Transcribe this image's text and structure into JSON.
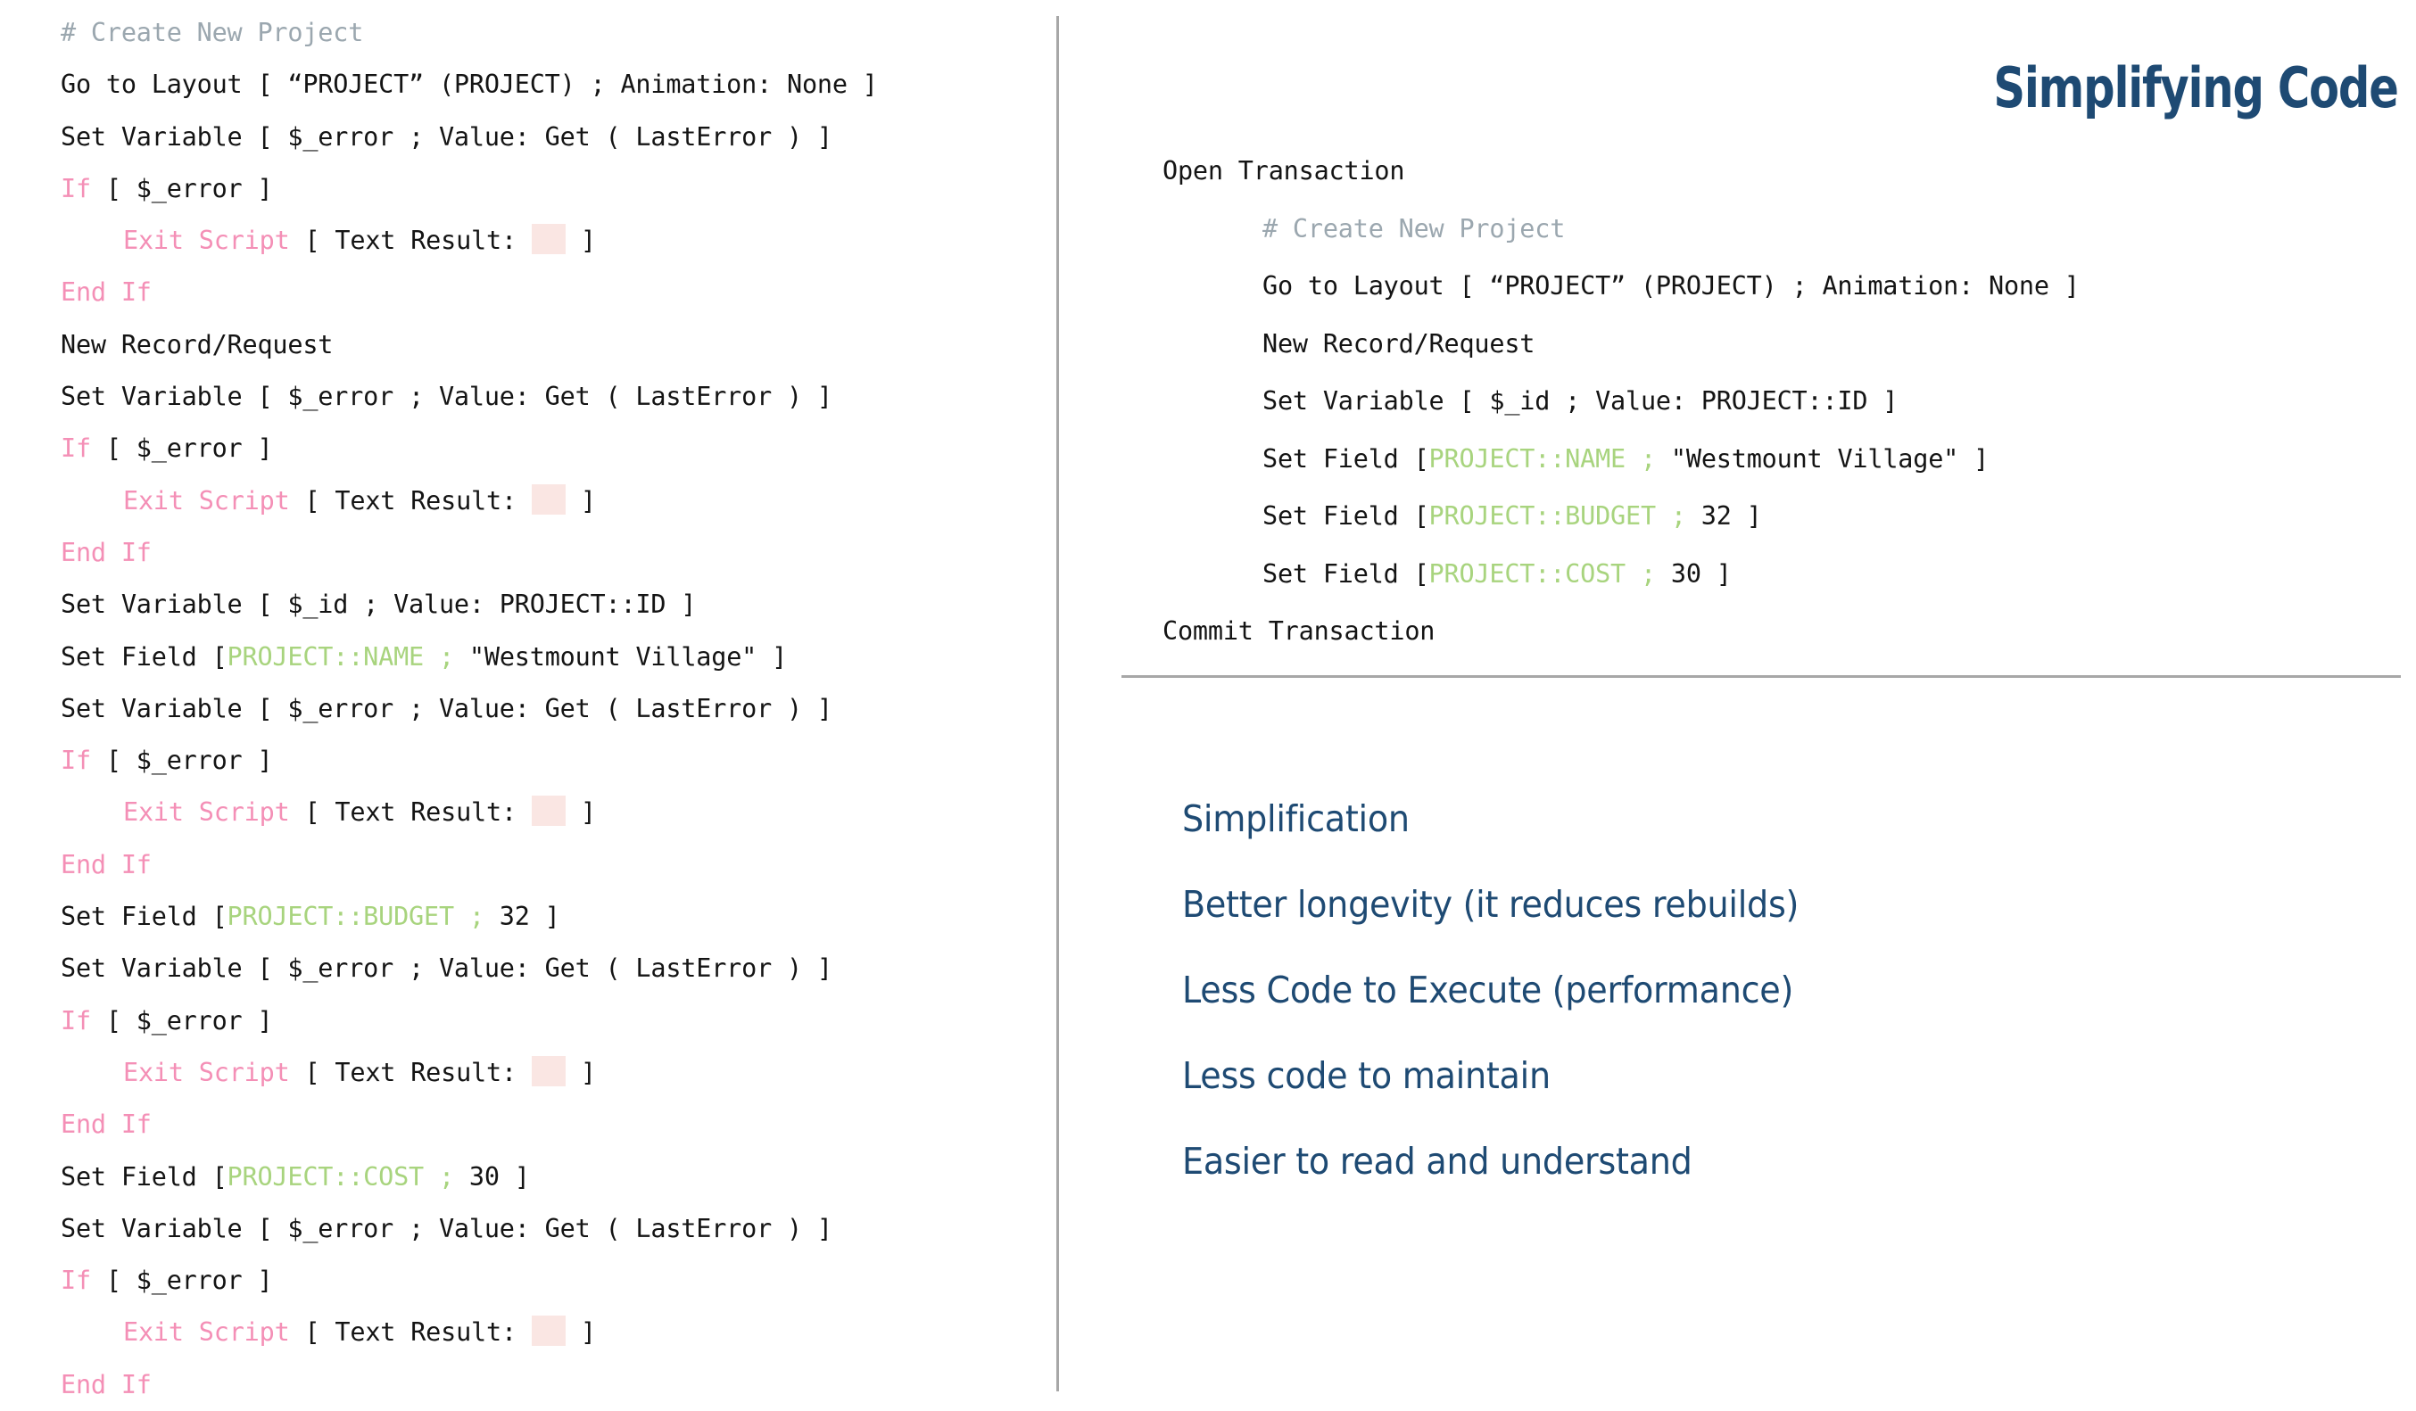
{
  "theme": {
    "background": "#ffffff",
    "text": "#141414",
    "comment": "#9ba7af",
    "keyword_pink": "#f48fb6",
    "field_green": "#a8d47e",
    "accent_navy": "#1e4a73",
    "divider_gray": "#a7a7a7",
    "blank_token_pink": "#fae6e3"
  },
  "left_panel": {
    "name": "verbose-script",
    "lines": [
      {
        "indent": 0,
        "tokens": [
          {
            "style": "comment",
            "text": "# Create New Project"
          }
        ]
      },
      {
        "indent": 0,
        "tokens": [
          {
            "style": "plain",
            "text": "Go to Layout [ “PROJECT” (PROJECT) ; Animation: None ]"
          }
        ]
      },
      {
        "indent": 0,
        "tokens": [
          {
            "style": "plain",
            "text": "Set Variable [ $_error ; Value: Get ( LastError ) ]"
          }
        ]
      },
      {
        "indent": 0,
        "tokens": [
          {
            "style": "keyword",
            "text": "If"
          },
          {
            "style": "plain",
            "text": " [ $_error ]"
          }
        ]
      },
      {
        "indent": 1,
        "tokens": [
          {
            "style": "keyword",
            "text": "Exit Script"
          },
          {
            "style": "plain",
            "text": " [ Text Result: "
          },
          {
            "style": "blank",
            "text": ""
          },
          {
            "style": "plain",
            "text": " ]"
          }
        ]
      },
      {
        "indent": 0,
        "tokens": [
          {
            "style": "keyword",
            "text": "End If"
          }
        ]
      },
      {
        "indent": 0,
        "tokens": [
          {
            "style": "plain",
            "text": "New Record/Request"
          }
        ]
      },
      {
        "indent": 0,
        "tokens": [
          {
            "style": "plain",
            "text": "Set Variable [ $_error ; Value: Get ( LastError ) ]"
          }
        ]
      },
      {
        "indent": 0,
        "tokens": [
          {
            "style": "keyword",
            "text": "If"
          },
          {
            "style": "plain",
            "text": " [ $_error ]"
          }
        ]
      },
      {
        "indent": 1,
        "tokens": [
          {
            "style": "keyword",
            "text": "Exit Script"
          },
          {
            "style": "plain",
            "text": " [ Text Result: "
          },
          {
            "style": "blank",
            "text": ""
          },
          {
            "style": "plain",
            "text": " ]"
          }
        ]
      },
      {
        "indent": 0,
        "tokens": [
          {
            "style": "keyword",
            "text": "End If"
          }
        ]
      },
      {
        "indent": 0,
        "tokens": [
          {
            "style": "plain",
            "text": "Set Variable [ $_id ; Value: PROJECT::ID ]"
          }
        ]
      },
      {
        "indent": 0,
        "tokens": [
          {
            "style": "plain",
            "text": "Set Field ["
          },
          {
            "style": "field",
            "text": "PROJECT::NAME ;"
          },
          {
            "style": "plain",
            "text": " \"Westmount Village\" ]"
          }
        ]
      },
      {
        "indent": 0,
        "tokens": [
          {
            "style": "plain",
            "text": "Set Variable [ $_error ; Value: Get ( LastError ) ]"
          }
        ]
      },
      {
        "indent": 0,
        "tokens": [
          {
            "style": "keyword",
            "text": "If"
          },
          {
            "style": "plain",
            "text": " [ $_error ]"
          }
        ]
      },
      {
        "indent": 1,
        "tokens": [
          {
            "style": "keyword",
            "text": "Exit Script"
          },
          {
            "style": "plain",
            "text": " [ Text Result: "
          },
          {
            "style": "blank",
            "text": ""
          },
          {
            "style": "plain",
            "text": " ]"
          }
        ]
      },
      {
        "indent": 0,
        "tokens": [
          {
            "style": "keyword",
            "text": "End If"
          }
        ]
      },
      {
        "indent": 0,
        "tokens": [
          {
            "style": "plain",
            "text": "Set Field ["
          },
          {
            "style": "field",
            "text": "PROJECT::BUDGET ;"
          },
          {
            "style": "plain",
            "text": " 32 ]"
          }
        ]
      },
      {
        "indent": 0,
        "tokens": [
          {
            "style": "plain",
            "text": "Set Variable [ $_error ; Value: Get ( LastError ) ]"
          }
        ]
      },
      {
        "indent": 0,
        "tokens": [
          {
            "style": "keyword",
            "text": "If"
          },
          {
            "style": "plain",
            "text": " [ $_error ]"
          }
        ]
      },
      {
        "indent": 1,
        "tokens": [
          {
            "style": "keyword",
            "text": "Exit Script"
          },
          {
            "style": "plain",
            "text": " [ Text Result: "
          },
          {
            "style": "blank",
            "text": ""
          },
          {
            "style": "plain",
            "text": " ]"
          }
        ]
      },
      {
        "indent": 0,
        "tokens": [
          {
            "style": "keyword",
            "text": "End If"
          }
        ]
      },
      {
        "indent": 0,
        "tokens": [
          {
            "style": "plain",
            "text": "Set Field ["
          },
          {
            "style": "field",
            "text": "PROJECT::COST ;"
          },
          {
            "style": "plain",
            "text": " 30 ]"
          }
        ]
      },
      {
        "indent": 0,
        "tokens": [
          {
            "style": "plain",
            "text": "Set Variable [ $_error ; Value: Get ( LastError ) ]"
          }
        ]
      },
      {
        "indent": 0,
        "tokens": [
          {
            "style": "keyword",
            "text": "If"
          },
          {
            "style": "plain",
            "text": " [ $_error ]"
          }
        ]
      },
      {
        "indent": 1,
        "tokens": [
          {
            "style": "keyword",
            "text": "Exit Script"
          },
          {
            "style": "plain",
            "text": " [ Text Result: "
          },
          {
            "style": "blank",
            "text": ""
          },
          {
            "style": "plain",
            "text": " ]"
          }
        ]
      },
      {
        "indent": 0,
        "tokens": [
          {
            "style": "keyword",
            "text": "End If"
          }
        ]
      }
    ]
  },
  "right_panel": {
    "title": "Simplifying Code",
    "code": {
      "name": "simplified-script",
      "lines": [
        {
          "indent": 0,
          "tokens": [
            {
              "style": "plain",
              "text": "Open Transaction"
            }
          ]
        },
        {
          "indent": 1,
          "tokens": [
            {
              "style": "comment",
              "text": "# Create New Project"
            }
          ]
        },
        {
          "indent": 1,
          "tokens": [
            {
              "style": "plain",
              "text": "Go to Layout [ “PROJECT” (PROJECT) ; Animation: None ]"
            }
          ]
        },
        {
          "indent": 1,
          "tokens": [
            {
              "style": "plain",
              "text": "New Record/Request"
            }
          ]
        },
        {
          "indent": 1,
          "tokens": [
            {
              "style": "plain",
              "text": "Set Variable [ $_id ; Value: PROJECT::ID ]"
            }
          ]
        },
        {
          "indent": 1,
          "tokens": [
            {
              "style": "plain",
              "text": "Set Field ["
            },
            {
              "style": "field",
              "text": "PROJECT::NAME ;"
            },
            {
              "style": "plain",
              "text": " \"Westmount Village\" ]"
            }
          ]
        },
        {
          "indent": 1,
          "tokens": [
            {
              "style": "plain",
              "text": "Set Field ["
            },
            {
              "style": "field",
              "text": "PROJECT::BUDGET ;"
            },
            {
              "style": "plain",
              "text": " 32 ]"
            }
          ]
        },
        {
          "indent": 1,
          "tokens": [
            {
              "style": "plain",
              "text": "Set Field ["
            },
            {
              "style": "field",
              "text": "PROJECT::COST ;"
            },
            {
              "style": "plain",
              "text": " 30 ]"
            }
          ]
        },
        {
          "indent": 0,
          "tokens": [
            {
              "style": "plain",
              "text": "Commit Transaction"
            }
          ]
        }
      ]
    },
    "benefits": [
      "Simplification",
      "Better longevity (it reduces rebuilds)",
      "Less Code to Execute (performance)",
      "Less code to maintain",
      "Easier to read and understand"
    ]
  }
}
